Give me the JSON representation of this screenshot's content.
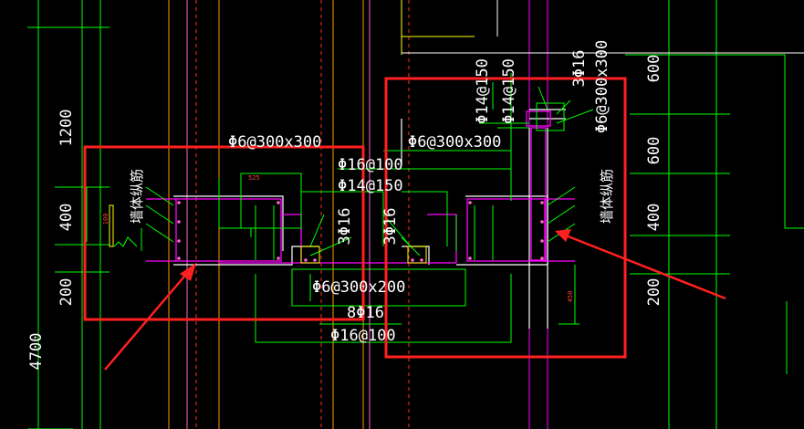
{
  "colors": {
    "background": "#000000",
    "grid_green": "#00ff00",
    "rebar_magenta": "#ff00ff",
    "axis_orange": "#ff9900",
    "wall_white": "#ffffff",
    "highlight_red": "#ff2020",
    "detail_yellow": "#ffff00",
    "axis_pink": "#ff66cc"
  },
  "left_dimensions": {
    "d1200": "1200",
    "d400": "400",
    "d200": "200",
    "d4700": "4700"
  },
  "right_dimensions": {
    "d600_top": "600",
    "d600_mid": "600",
    "d400": "400",
    "d200": "200"
  },
  "annotations": {
    "stirrup_top_left": "Φ6@300x300",
    "stirrup_top_right": "Φ6@300x300",
    "horizontal_16": "Φ16@100",
    "horizontal_14": "Φ14@150",
    "column_3phi16_left": "3Φ16",
    "column_3phi16_right": "3Φ16",
    "stirrup_bottom": "Φ6@300x200",
    "bars_8phi16": "8Φ16",
    "bottom_16": "Φ16@100",
    "vertical_14_a": "Φ14@150",
    "vertical_14_b": "Φ14@150",
    "vertical_3phi16": "3Φ16",
    "vertical_stirrup": "Φ6@300x300",
    "wall_vertical_left": "墙体纵筋",
    "wall_vertical_right": "墙体纵筋",
    "small_dim_left": "100",
    "small_dim_top": "525",
    "small_dim_right": "450"
  },
  "icons": {
    "arrow_left": "red-arrow-icon",
    "arrow_right": "red-arrow-icon"
  }
}
